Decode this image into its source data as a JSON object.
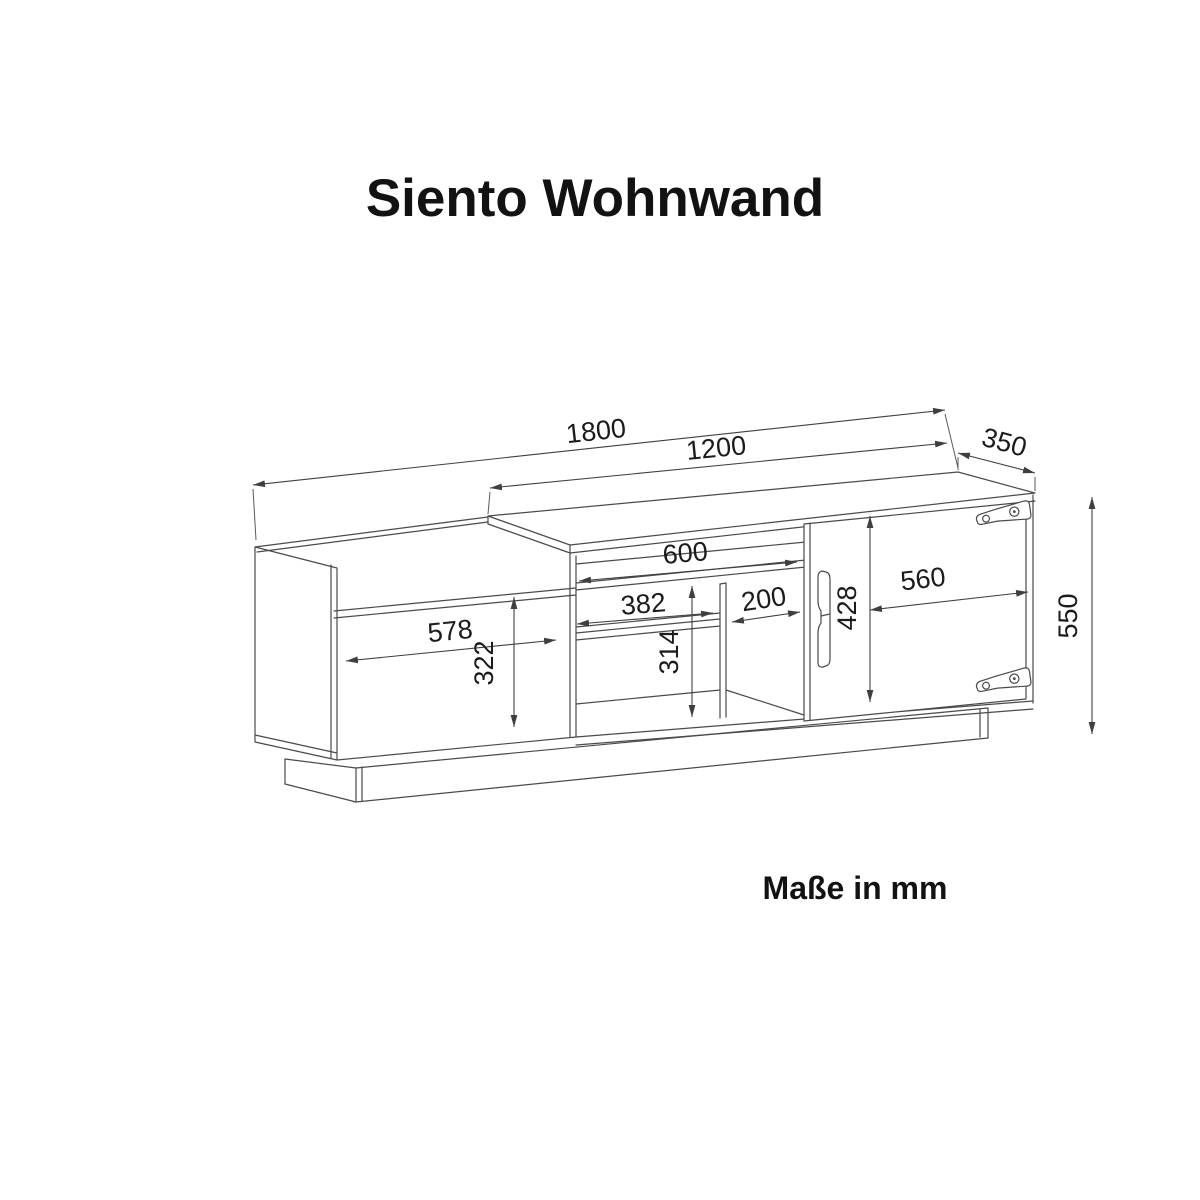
{
  "page": {
    "title": "Siento Wohnwand",
    "unit_note": "Maße in mm"
  },
  "drawing": {
    "type": "furniture-technical-drawing",
    "object": "TV lowboard wall unit shown in perspective line drawing with dimension arrows",
    "unit": "mm",
    "colors": {
      "line": "#4a4a4a",
      "text": "#1b1b1b",
      "background": "#ffffff"
    },
    "dimensions": {
      "total_width": "1800",
      "cabinet_width": "1200",
      "depth": "350",
      "total_height": "550",
      "left_open_compartment_width": "578",
      "left_open_compartment_height": "322",
      "top_shelf_opening_width": "600",
      "middle_shelf_compartment_width": "382",
      "middle_shelf_compartment_height": "314",
      "narrow_compartment_width": "200",
      "door_width": "560",
      "door_height": "428"
    }
  }
}
